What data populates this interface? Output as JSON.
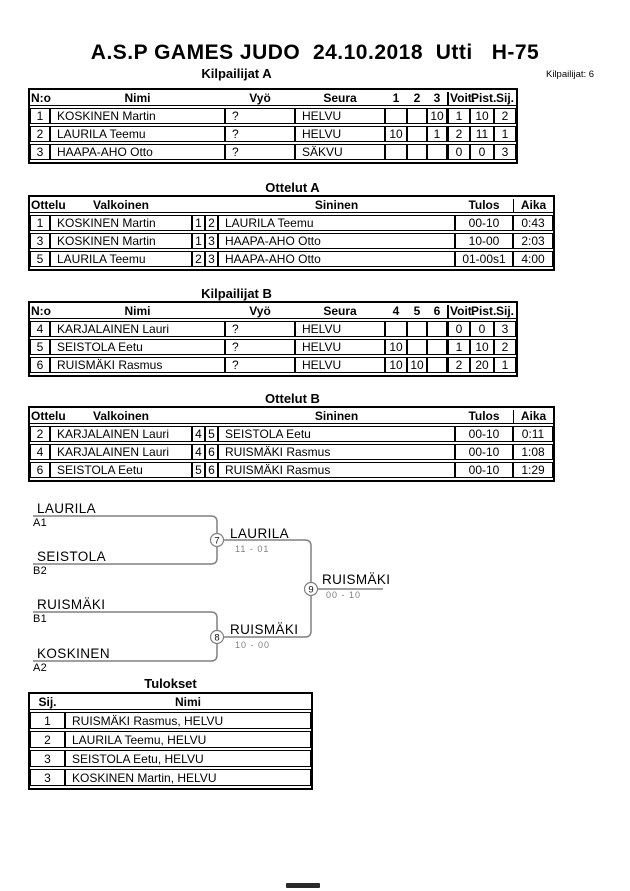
{
  "page": {
    "title": "A.S.P GAMES JUDO  24.10.2018  Utti   H-75",
    "competitors_count_label": "Kilpailijat: 6"
  },
  "colors": {
    "bracket_line": "#808080",
    "text": "#000000"
  },
  "pool_a": {
    "title": "Kilpailijat A",
    "headers": {
      "no": "N:o",
      "name": "Nimi",
      "belt": "Vyö",
      "club": "Seura",
      "r1": "1",
      "r2": "2",
      "r3": "3",
      "wins": "Voit.",
      "points": "Pist.",
      "place": "Sij."
    },
    "rows": [
      {
        "no": "1",
        "name": "KOSKINEN Martin",
        "belt": "?",
        "club": "HELVU",
        "r1": "",
        "r2": "",
        "r3": "10",
        "wins": "1",
        "points": "10",
        "place": "2"
      },
      {
        "no": "2",
        "name": "LAURILA Teemu",
        "belt": "?",
        "club": "HELVU",
        "r1": "10",
        "r2": "",
        "r3": "1",
        "wins": "2",
        "points": "11",
        "place": "1"
      },
      {
        "no": "3",
        "name": "HAAPA-AHO Otto",
        "belt": "?",
        "club": "SÄKVU",
        "r1": "",
        "r2": "",
        "r3": "",
        "wins": "0",
        "points": "0",
        "place": "3"
      }
    ]
  },
  "matches_a": {
    "title": "Ottelut A",
    "headers": {
      "match": "Ottelu",
      "white": "Valkoinen",
      "blue": "Sininen",
      "result": "Tulos",
      "time": "Aika"
    },
    "rows": [
      {
        "match": "1",
        "white": "KOSKINEN Martin",
        "wno": "1",
        "bno": "2",
        "blue": "LAURILA Teemu",
        "result": "00-10",
        "time": "0:43"
      },
      {
        "match": "3",
        "white": "KOSKINEN Martin",
        "wno": "1",
        "bno": "3",
        "blue": "HAAPA-AHO Otto",
        "result": "10-00",
        "time": "2:03"
      },
      {
        "match": "5",
        "white": "LAURILA Teemu",
        "wno": "2",
        "bno": "3",
        "blue": "HAAPA-AHO Otto",
        "result": "01-00s1",
        "time": "4:00"
      }
    ]
  },
  "pool_b": {
    "title": "Kilpailijat B",
    "headers": {
      "no": "N:o",
      "name": "Nimi",
      "belt": "Vyö",
      "club": "Seura",
      "r1": "4",
      "r2": "5",
      "r3": "6",
      "wins": "Voit.",
      "points": "Pist.",
      "place": "Sij."
    },
    "rows": [
      {
        "no": "4",
        "name": "KARJALAINEN Lauri",
        "belt": "?",
        "club": "HELVU",
        "r1": "",
        "r2": "",
        "r3": "",
        "wins": "0",
        "points": "0",
        "place": "3"
      },
      {
        "no": "5",
        "name": "SEISTOLA Eetu",
        "belt": "?",
        "club": "HELVU",
        "r1": "10",
        "r2": "",
        "r3": "",
        "wins": "1",
        "points": "10",
        "place": "2"
      },
      {
        "no": "6",
        "name": "RUISMÄKI Rasmus",
        "belt": "?",
        "club": "HELVU",
        "r1": "10",
        "r2": "10",
        "r3": "",
        "wins": "2",
        "points": "20",
        "place": "1"
      }
    ]
  },
  "matches_b": {
    "title": "Ottelut B",
    "headers": {
      "match": "Ottelu",
      "white": "Valkoinen",
      "blue": "Sininen",
      "result": "Tulos",
      "time": "Aika"
    },
    "rows": [
      {
        "match": "2",
        "white": "KARJALAINEN Lauri",
        "wno": "4",
        "bno": "5",
        "blue": "SEISTOLA Eetu",
        "result": "00-10",
        "time": "0:11"
      },
      {
        "match": "4",
        "white": "KARJALAINEN Lauri",
        "wno": "4",
        "bno": "6",
        "blue": "RUISMÄKI Rasmus",
        "result": "00-10",
        "time": "1:08"
      },
      {
        "match": "6",
        "white": "SEISTOLA Eetu",
        "wno": "5",
        "bno": "6",
        "blue": "RUISMÄKI Rasmus",
        "result": "00-10",
        "time": "1:29"
      }
    ]
  },
  "bracket": {
    "semi1": {
      "top_name": "LAURILA",
      "top_seed": "A1",
      "bottom_name": "SEISTOLA",
      "bottom_seed": "B2",
      "match_no": "7",
      "winner": "LAURILA",
      "score": "11 - 01"
    },
    "semi2": {
      "top_name": "RUISMÄKI",
      "top_seed": "B1",
      "bottom_name": "KOSKINEN",
      "bottom_seed": "A2",
      "match_no": "8",
      "winner": "RUISMÄKI",
      "score": "10 - 00"
    },
    "final": {
      "match_no": "9",
      "winner": "RUISMÄKI",
      "score": "00 - 10"
    }
  },
  "results": {
    "title": "Tulokset",
    "headers": {
      "place": "Sij.",
      "name": "Nimi"
    },
    "rows": [
      {
        "place": "1",
        "name": "RUISMÄKI Rasmus, HELVU"
      },
      {
        "place": "2",
        "name": "LAURILA Teemu, HELVU"
      },
      {
        "place": "3",
        "name": "SEISTOLA Eetu, HELVU"
      },
      {
        "place": "3",
        "name": "KOSKINEN Martin, HELVU"
      }
    ]
  }
}
